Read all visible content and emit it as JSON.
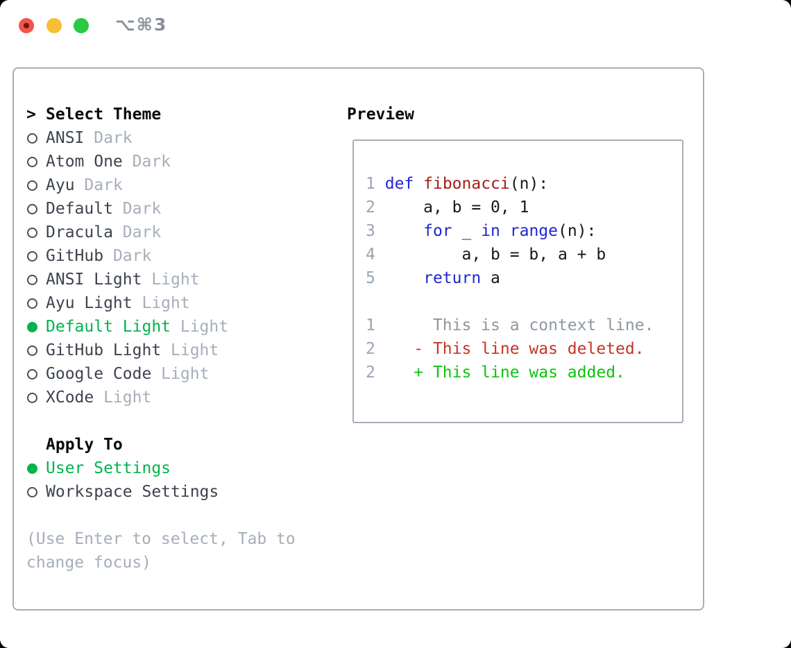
{
  "titlebar": {
    "shortcut": "⌥⌘3",
    "traffic_lights": [
      "close",
      "minimize",
      "maximize"
    ]
  },
  "theme_picker": {
    "prompt": ">",
    "header": "Select Theme",
    "items": [
      {
        "name": "ANSI",
        "tag": "Dark",
        "selected": false
      },
      {
        "name": "Atom One",
        "tag": "Dark",
        "selected": false
      },
      {
        "name": "Ayu",
        "tag": "Dark",
        "selected": false
      },
      {
        "name": "Default",
        "tag": "Dark",
        "selected": false
      },
      {
        "name": "Dracula",
        "tag": "Dark",
        "selected": false
      },
      {
        "name": "GitHub",
        "tag": "Dark",
        "selected": false
      },
      {
        "name": "ANSI Light",
        "tag": "Light",
        "selected": false
      },
      {
        "name": "Ayu Light",
        "tag": "Light",
        "selected": false
      },
      {
        "name": "Default Light",
        "tag": "Light",
        "selected": true
      },
      {
        "name": "GitHub Light",
        "tag": "Light",
        "selected": false
      },
      {
        "name": "Google Code",
        "tag": "Light",
        "selected": false
      },
      {
        "name": "XCode",
        "tag": "Light",
        "selected": false
      }
    ],
    "apply_to": {
      "header": "Apply To",
      "options": [
        {
          "name": "User Settings",
          "selected": true
        },
        {
          "name": "Workspace Settings",
          "selected": false
        }
      ]
    },
    "hint_line1": "(Use Enter to select, Tab to",
    "hint_line2": "change focus)"
  },
  "preview": {
    "header": "Preview",
    "lines": [
      [
        {
          "c": "num",
          "t": "1"
        },
        {
          "c": "plain",
          "t": " "
        },
        {
          "c": "kw",
          "t": "def"
        },
        {
          "c": "plain",
          "t": " "
        },
        {
          "c": "fn",
          "t": "fibonacci"
        },
        {
          "c": "plain",
          "t": "(n):"
        }
      ],
      [
        {
          "c": "num",
          "t": "2"
        },
        {
          "c": "plain",
          "t": "     a, b = 0, 1"
        }
      ],
      [
        {
          "c": "num",
          "t": "3"
        },
        {
          "c": "plain",
          "t": "     "
        },
        {
          "c": "kw",
          "t": "for"
        },
        {
          "c": "plain",
          "t": " _ "
        },
        {
          "c": "kw",
          "t": "in"
        },
        {
          "c": "plain",
          "t": " "
        },
        {
          "c": "kw",
          "t": "range"
        },
        {
          "c": "plain",
          "t": "(n):"
        }
      ],
      [
        {
          "c": "num",
          "t": "4"
        },
        {
          "c": "plain",
          "t": "         a, b = b, a + b"
        }
      ],
      [
        {
          "c": "num",
          "t": "5"
        },
        {
          "c": "plain",
          "t": "     "
        },
        {
          "c": "kw",
          "t": "return"
        },
        {
          "c": "plain",
          "t": " a"
        }
      ],
      [],
      [
        {
          "c": "num",
          "t": "1"
        },
        {
          "c": "ctx",
          "t": "      This is a context line."
        }
      ],
      [
        {
          "c": "num",
          "t": "2"
        },
        {
          "c": "plain",
          "t": "    "
        },
        {
          "c": "del",
          "t": "- This line was deleted."
        }
      ],
      [
        {
          "c": "num",
          "t": "2"
        },
        {
          "c": "plain",
          "t": "    "
        },
        {
          "c": "add",
          "t": "+ This line was added."
        }
      ]
    ]
  },
  "colors": {
    "border_gray": "#a7aeb9",
    "heading_black": "#0b0b0c",
    "item_dark": "#3d434e",
    "circle_outline": "#474e59",
    "tag_gray": "#a6aebb",
    "hint_gray": "#a6aebb",
    "selection_green": "#00b44d",
    "keyword_blue": "#2026d2",
    "function_red": "#a61d15",
    "code_black": "#15171c",
    "line_number_gray": "#9aa4b3",
    "context_gray": "#8f979f",
    "deleted_red": "#c43524",
    "added_green": "#0cc40c",
    "titlebar_text_gray": "#8a9097",
    "traffic_red": "#f2554b",
    "traffic_red_dot": "#7a1407",
    "traffic_yellow": "#f6bf35",
    "traffic_green": "#2bc845"
  }
}
